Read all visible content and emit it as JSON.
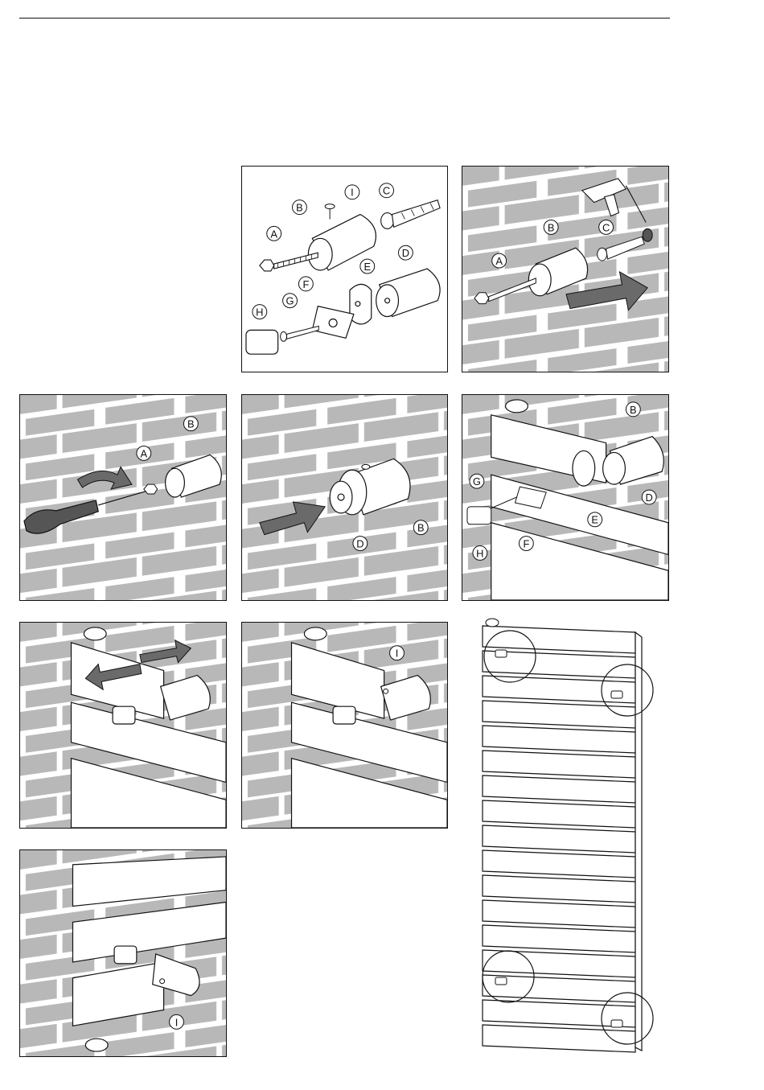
{
  "page": {
    "top_rule": true
  },
  "labels": {
    "A": "A",
    "B": "B",
    "C": "C",
    "D": "D",
    "E": "E",
    "F": "F",
    "G": "G",
    "H": "H",
    "I": "I"
  },
  "colors": {
    "wall": "#b8b8b8",
    "mortar": "#ffffff",
    "ink": "#111111",
    "arrow": "#6a6a6a",
    "part": "#ffffff"
  },
  "panels": [
    {
      "id": "parts",
      "name": "parts-overview"
    },
    {
      "id": "drill",
      "name": "drill-and-plug"
    },
    {
      "id": "screw",
      "name": "screw-bracket"
    },
    {
      "id": "push",
      "name": "push-sleeve"
    },
    {
      "id": "assembly",
      "name": "bracket-assembly"
    },
    {
      "id": "slide",
      "name": "slide-radiator"
    },
    {
      "id": "fix_top",
      "name": "fix-top-screw"
    },
    {
      "id": "fix_bottom",
      "name": "fix-bottom-screw"
    },
    {
      "id": "radiator",
      "name": "radiator-overview"
    }
  ]
}
